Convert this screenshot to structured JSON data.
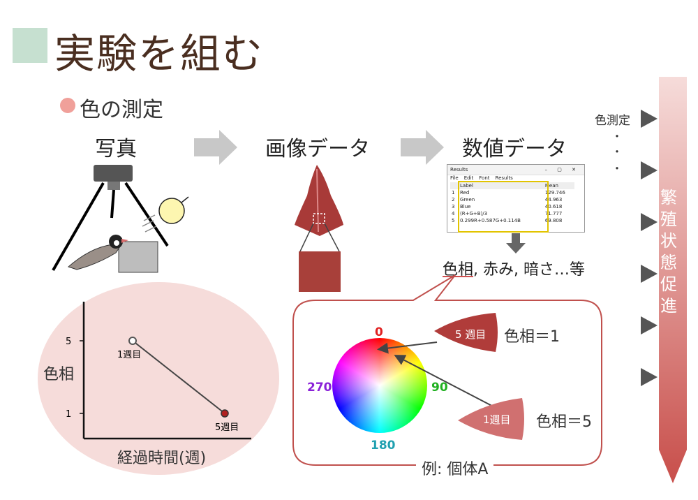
{
  "slide": {
    "title": "実験を組む",
    "bullet": "色の測定",
    "steps": [
      "写真",
      "画像データ",
      "数値データ"
    ]
  },
  "results_window": {
    "title": "Results",
    "menu": [
      "File",
      "Edit",
      "Font",
      "Results"
    ],
    "headers": [
      "Label",
      "Mean"
    ],
    "rows": [
      {
        "n": "1",
        "label": "Red",
        "mean": "129.746"
      },
      {
        "n": "2",
        "label": "Green",
        "mean": "44.963"
      },
      {
        "n": "3",
        "label": "Blue",
        "mean": "40.618"
      },
      {
        "n": "4",
        "label": "(R+G+B)/3",
        "mean": "71.777"
      },
      {
        "n": "5",
        "label": "0.299R+0.587G+0.114B",
        "mean": "69.808"
      }
    ]
  },
  "derived": {
    "hue": "色相",
    "rest": ", 赤み, 暗さ…等"
  },
  "wheel": {
    "labels": {
      "top": "0",
      "right": "90",
      "bottom": "180",
      "left": "270"
    },
    "sample_week5": "5 週目",
    "sample_week1": "1週目",
    "hue_eq_1": "色相＝1",
    "hue_eq_5": "色相＝5",
    "caption": "例: 個体A"
  },
  "sidebar": {
    "label_top": "色測定",
    "dots": [
      "・",
      "・",
      "・"
    ],
    "arrow_text": "繁殖状態促進"
  },
  "chart_data": {
    "type": "line",
    "x": [
      "1週目",
      "5週目"
    ],
    "series": [
      {
        "values": [
          5,
          1
        ]
      }
    ],
    "ylabel": "色相",
    "xlabel": "経過時間(週)",
    "yticks": [
      "5",
      "1"
    ],
    "point_labels": [
      "1週目",
      "5週目"
    ],
    "point_colors": [
      "#ffffff",
      "#b02020"
    ]
  },
  "colors": {
    "title": "#4a2e20",
    "title_square": "#c6e0d0",
    "bullet": "#f0a09a",
    "ellipse": "#f6dcda",
    "speech_border": "#c0504d",
    "side_arrow": "#d05a56"
  }
}
